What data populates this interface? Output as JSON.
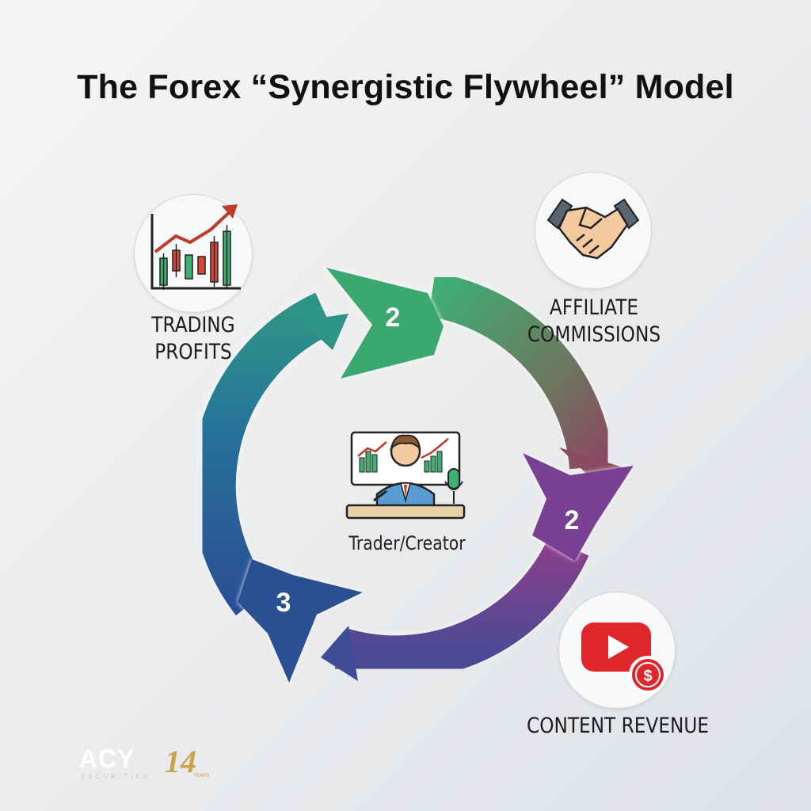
{
  "title": "The Forex “Synergistic Flywheel” Model",
  "nodes": {
    "trading": {
      "label_line1": "TRADING",
      "label_line2": "PROFITS",
      "icon": "candlestick-chart-icon"
    },
    "affiliate": {
      "label_line1": "AFFILIATE",
      "label_line2": "COMMISSIONS",
      "icon": "handshake-icon"
    },
    "content": {
      "label": "CONTENT REVENUE",
      "icon": "youtube-dollar-icon"
    }
  },
  "center": {
    "label": "Trader/Creator",
    "icon": "trader-at-desk-icon"
  },
  "steps": [
    {
      "number": "2",
      "color": "#3aa86f"
    },
    {
      "number": "2",
      "color": "#7a3f93"
    },
    {
      "number": "3",
      "color": "#2c4f93"
    }
  ],
  "logo": {
    "brand": "ACY",
    "brand_sub": "SECURITIES",
    "years_number": "14",
    "years_label": "YEARS",
    "colors": {
      "brand": "#ffffff",
      "gold": "#c9a24a"
    }
  }
}
